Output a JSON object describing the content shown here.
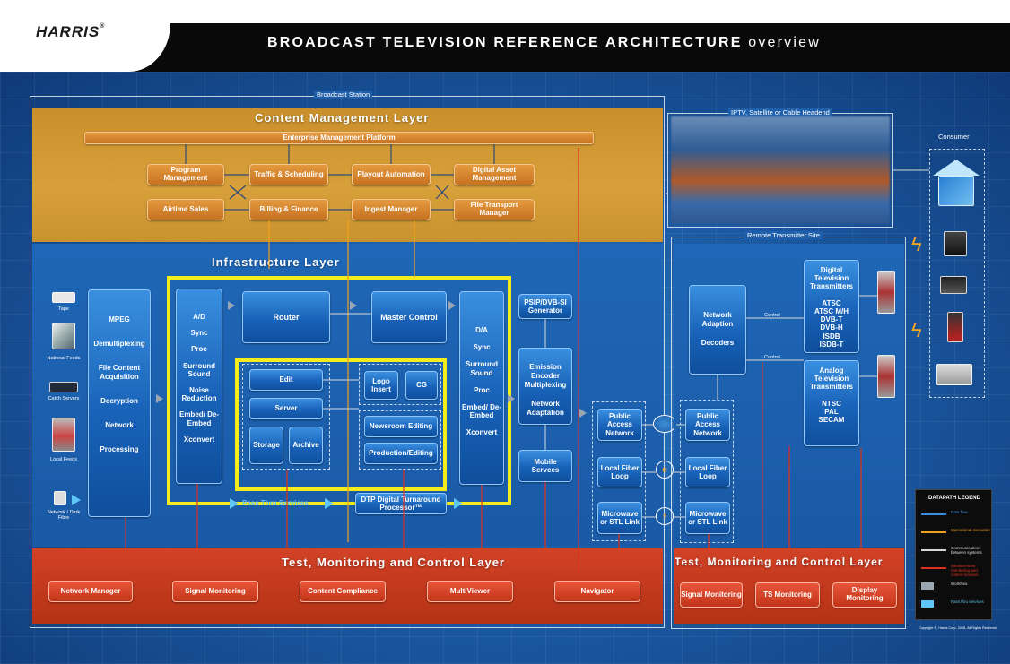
{
  "header": {
    "logo": "HARRIS",
    "logo_mark": "®",
    "title_bold": "BROADCAST TELEVISION REFERENCE ARCHITECTURE",
    "title_light": "overview"
  },
  "frames": {
    "broadcast_station": "Broadcast Station",
    "iptv_headend": "IPTV, Satellite or Cable Headend",
    "remote_site": "Remote Transmitter Site",
    "consumer": "Consumer"
  },
  "layers": {
    "content": "Content Management Layer",
    "infrastructure": "Infrastructure Layer",
    "test": "Test, Monitoring and Control Layer",
    "test_remote": "Test, Monitoring and Control Layer"
  },
  "content_layer": {
    "enterprise": "Enterprise Management Platform",
    "program_management": "Program Management",
    "traffic": "Traffic & Scheduling",
    "playout": "Playout Automation",
    "dam": "Digital Asset Management",
    "airtime": "Airtime Sales",
    "billing": "Billing & Finance",
    "ingest": "Ingest Manager",
    "file_transport": "File Transport Manager"
  },
  "sources": {
    "tape": "Tape",
    "national_feeds": "National Feeds",
    "catch_servers": "Catch Servers",
    "local_feeds": "Local Feeds",
    "network_fibre": "Network / Dark Fibre"
  },
  "infra": {
    "mpeg_col": [
      "MPEG",
      "Demultiplexing",
      "File Content Acquisition",
      "Decryption",
      "Network",
      "Processing"
    ],
    "ad_col": [
      "A/D",
      "Sync",
      "Proc",
      "Surround Sound",
      "Noise Reduction",
      "Embed/ De-Embed",
      "Xconvert"
    ],
    "router": "Router",
    "master_control": "Master Control",
    "da_col": [
      "D/A",
      "Sync",
      "Surround Sound",
      "Proc",
      "Embed/ De-Embed",
      "Xconvert"
    ],
    "edit": "Edit",
    "server": "Server",
    "storage": "Storage",
    "archive": "Archive",
    "logo_insert": "Logo Insert",
    "cg": "CG",
    "newsroom": "Newsroom Editing",
    "production": "Production/Editing",
    "pass_thru": "Pass Thru Services",
    "dtp": "DTP Digital Turnaround Processor™",
    "psip": "PSIP/DVB-SI Generator",
    "emission": [
      "Emission",
      "Encoder",
      "Multiplexing",
      "",
      "Network",
      "Adaptation"
    ],
    "mobile": "Mobile Servces"
  },
  "distribution": {
    "public_access": "Public Access Network",
    "local_fiber": "Local Fiber Loop",
    "microwave": "Microwave or STL Link",
    "public_access_remote": "Public Access Network",
    "local_fiber_remote": "Local Fiber Loop",
    "microwave_remote": "Microwave or STL Link"
  },
  "remote": {
    "network_adaption": [
      "Network",
      "Adaption",
      "",
      "Decoders"
    ],
    "control_1": "Control",
    "control_2": "Control",
    "digital_tx": [
      "Digital",
      "Television",
      "Transmitters",
      "",
      "ATSC",
      "ATSC M/H",
      "DVB-T",
      "DVB-H",
      "ISDB",
      "ISDB-T"
    ],
    "analog_tx": [
      "Analog",
      "Television",
      "Transmitters",
      "",
      "NTSC",
      "PAL",
      "SECAM"
    ]
  },
  "test_layer": {
    "network_manager": "Network Manager",
    "signal_monitoring": "Signal Monitoring",
    "content_compliance": "Content Compliance",
    "multiviewer": "MultiViewer",
    "navigator": "Navigator",
    "signal_monitoring_remote": "Signal Monitoring",
    "ts_monitoring": "TS Monitoring",
    "display_monitoring": "Display Monitoring"
  },
  "legend": {
    "title": "DATAPATH LEGEND",
    "items": [
      {
        "label": "Data flow",
        "color": "#3a8fe0"
      },
      {
        "label": "Operational execution",
        "color": "#f0a020"
      },
      {
        "label": "Communications between systems",
        "color": "#d8d8d8"
      },
      {
        "label": "Measurement monitoring and control function",
        "color": "#e03020"
      },
      {
        "label": "Workflow",
        "color": "#9aa6b2"
      },
      {
        "label": "Pass thru services",
        "color": "#5ec7f5"
      }
    ]
  },
  "copyright": "Copyright ©, Harris Corp. 2008, All Rights Reserved"
}
